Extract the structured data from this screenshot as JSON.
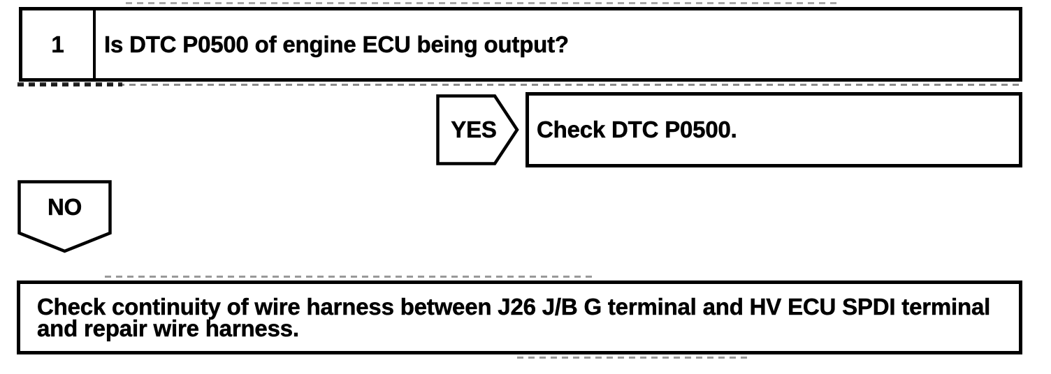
{
  "colors": {
    "ink": "#000000",
    "paper": "#ffffff"
  },
  "step": {
    "number": "1",
    "question": "Is DTC P0500 of engine ECU being output?"
  },
  "yes_branch": {
    "label": "YES",
    "action": "Check DTC P0500."
  },
  "no_branch": {
    "label": "NO",
    "action": "Check continuity of wire harness between J26 J/B G terminal and HV ECU SPDI terminal and repair wire harness."
  }
}
